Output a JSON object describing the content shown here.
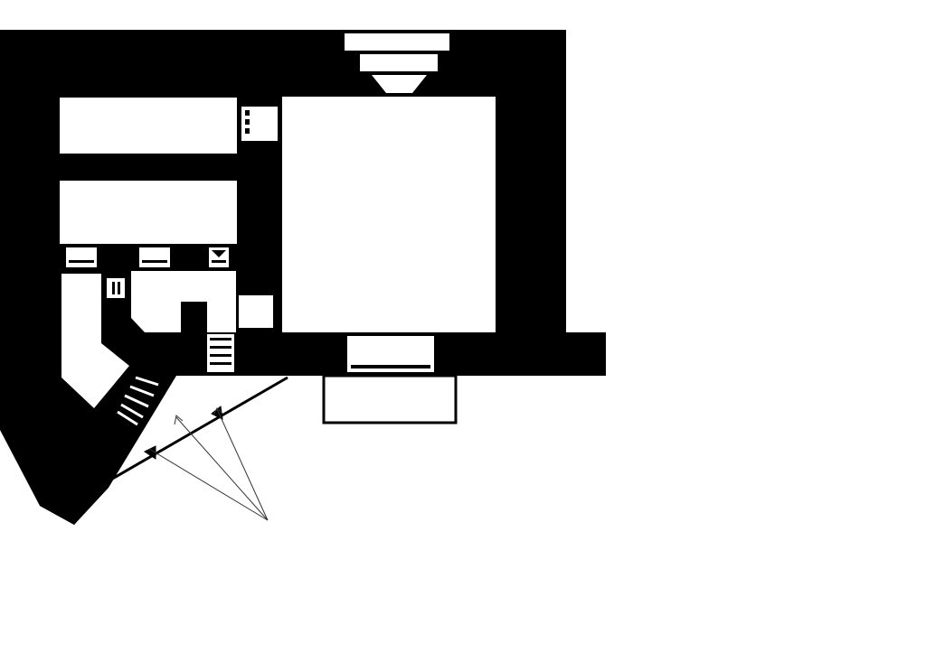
{
  "diagram": {
    "kind": "architectural floor plan (bunker)",
    "colors": {
      "wall": "#000000",
      "room": "#ffffff",
      "background": "#ffffff",
      "pointer": "#333333"
    },
    "rooms": [
      {
        "id": "upper-left-room"
      },
      {
        "id": "middle-left-room"
      },
      {
        "id": "main-hall"
      },
      {
        "id": "small-chamber"
      },
      {
        "id": "angled-corridor"
      },
      {
        "id": "small-room-right"
      },
      {
        "id": "front-annex"
      }
    ],
    "features": [
      "doorways",
      "stair-treads",
      "angled-wing",
      "firing-lines",
      "sight-lines"
    ]
  }
}
